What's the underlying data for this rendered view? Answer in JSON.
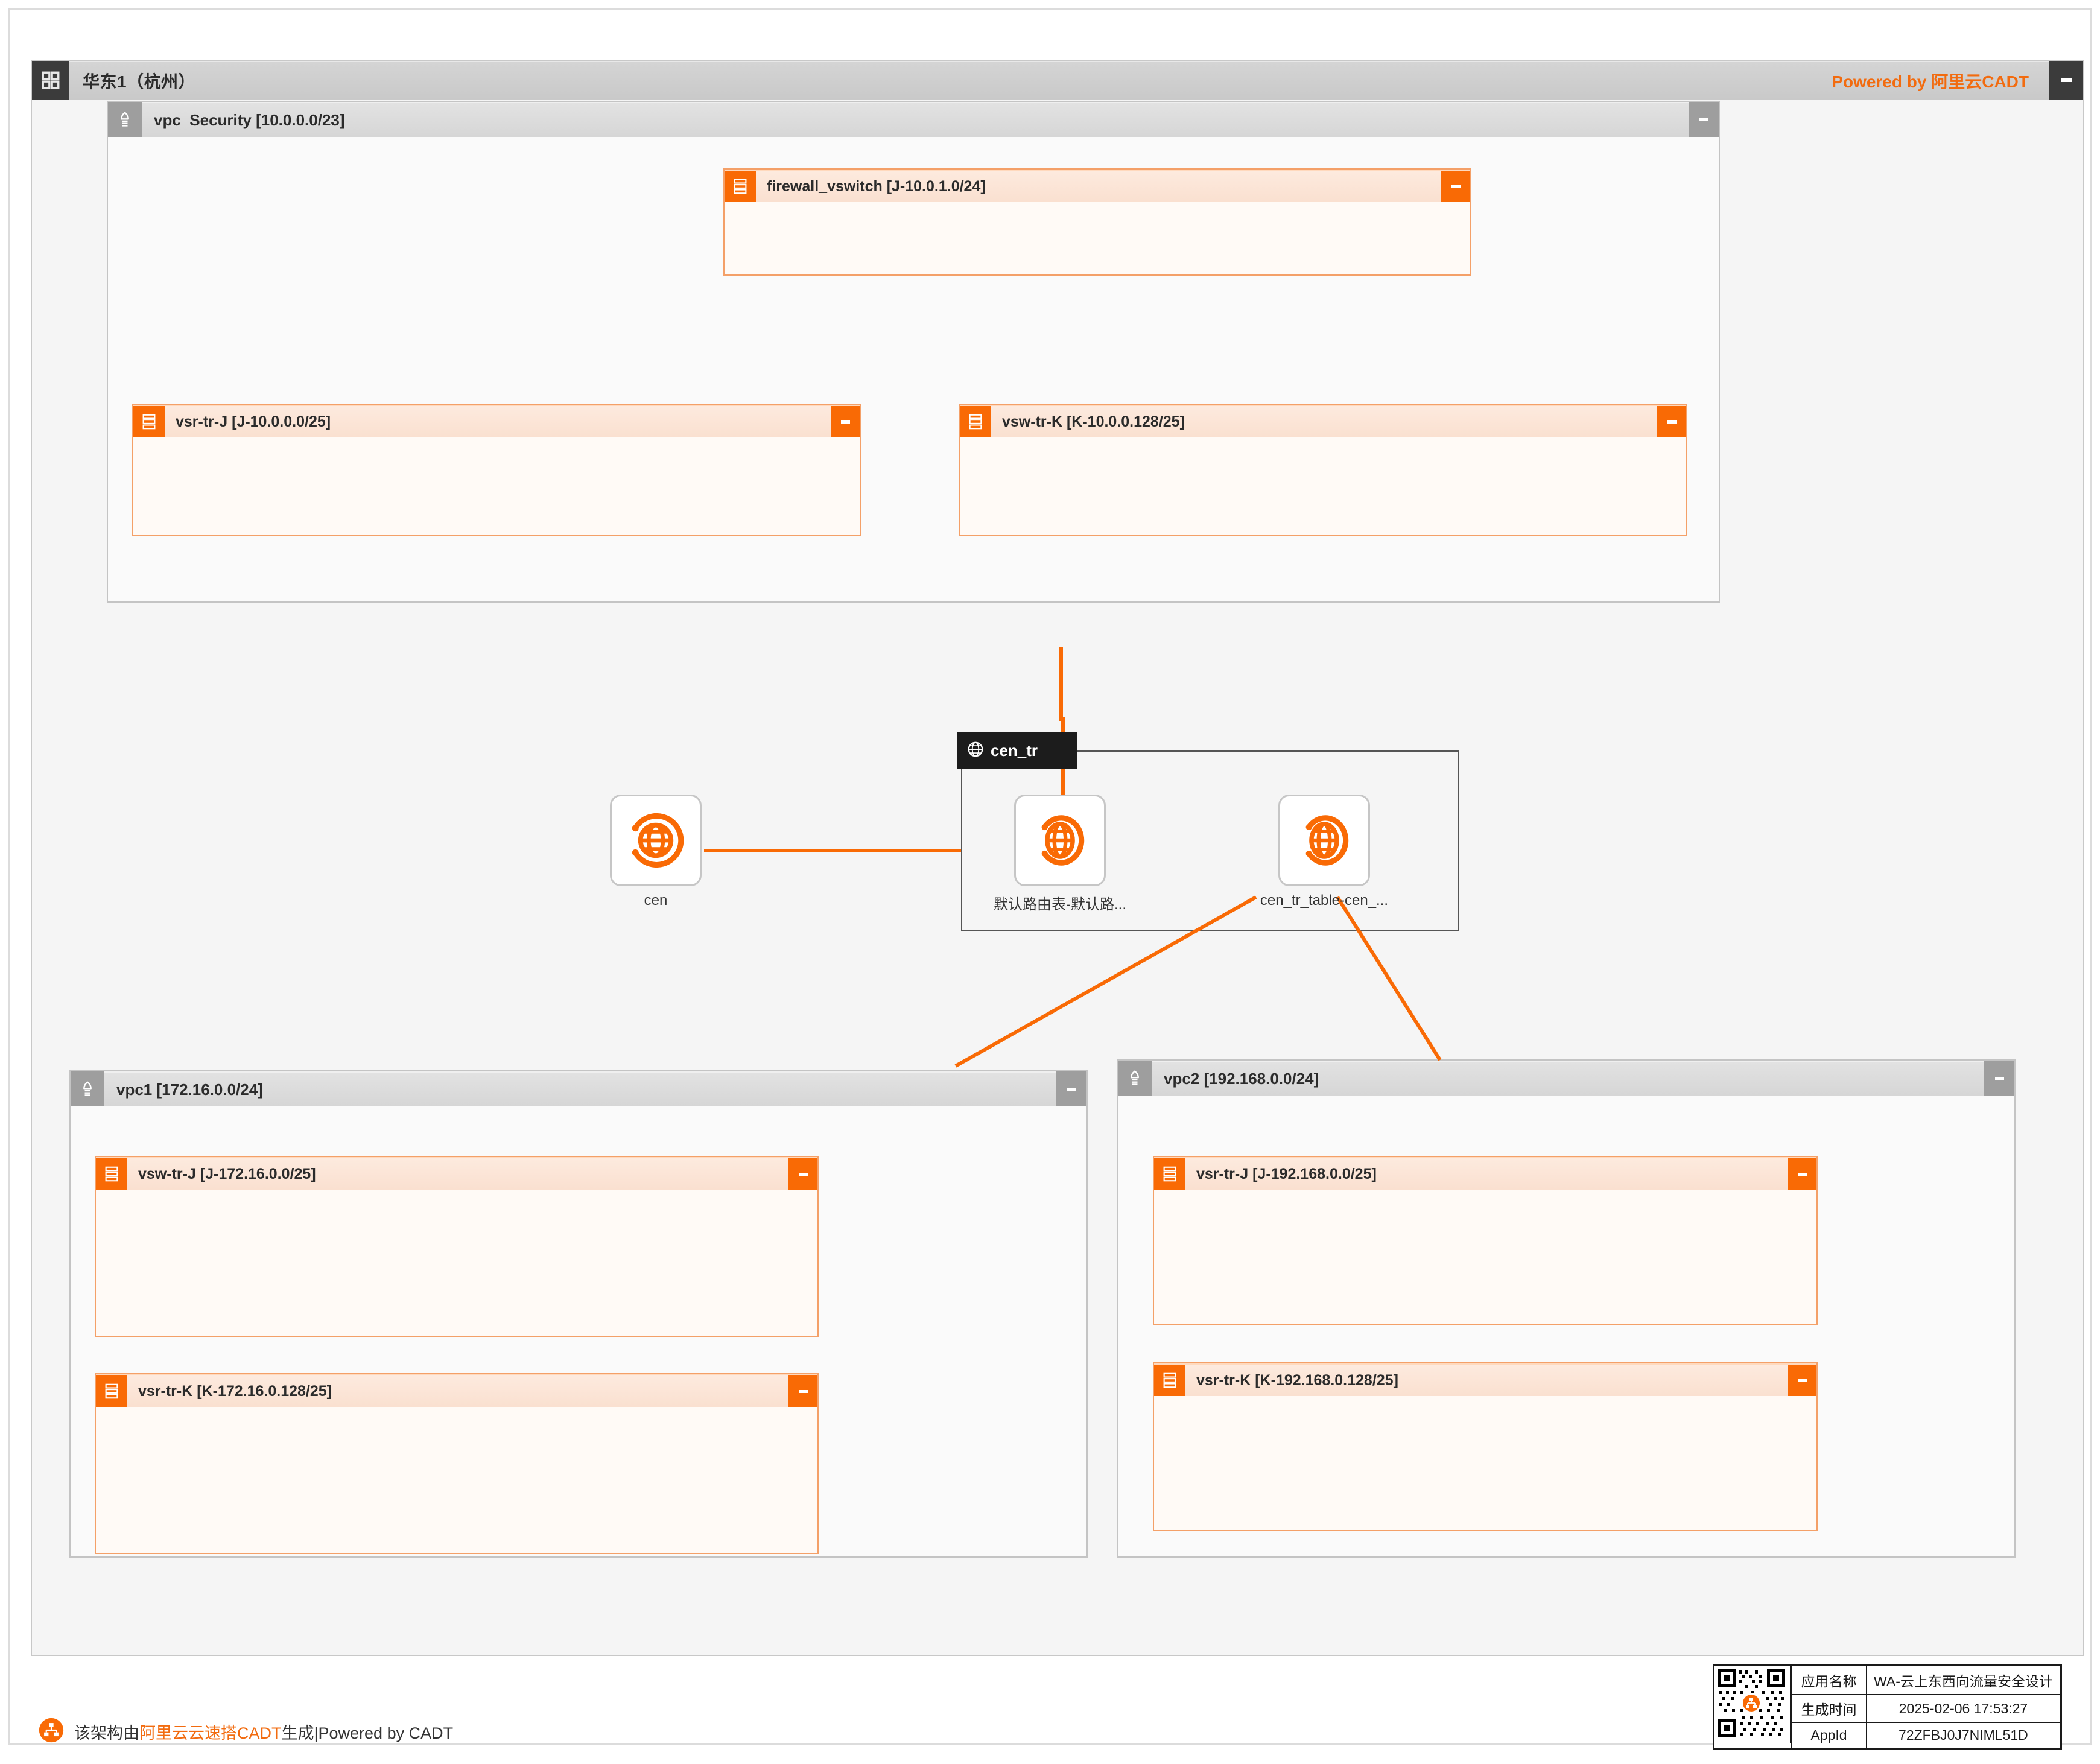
{
  "region": {
    "icon": "grid-icon",
    "title": "华东1（杭州）",
    "brand": "Powered by 阿里云CADT",
    "collapse": "-"
  },
  "vpcs": [
    {
      "id": "vpc_security",
      "icon": "vpc-cloud-icon",
      "title": "vpc_Security [10.0.0.0/23]",
      "collapse": "-",
      "vswitches": [
        {
          "id": "firewall_vswitch",
          "icon": "vswitch-icon",
          "title": "firewall_vswitch [J-10.0.1.0/24]",
          "collapse": "-"
        },
        {
          "id": "vsr_tr_j_10",
          "icon": "vswitch-icon",
          "title": "vsr-tr-J [J-10.0.0.0/25]",
          "collapse": "-"
        },
        {
          "id": "vsw_tr_k_10",
          "icon": "vswitch-icon",
          "title": "vsw-tr-K [K-10.0.0.128/25]",
          "collapse": "-"
        }
      ]
    },
    {
      "id": "vpc1",
      "icon": "vpc-cloud-icon",
      "title": "vpc1 [172.16.0.0/24]",
      "collapse": "-",
      "vswitches": [
        {
          "id": "vsw_tr_j_172",
          "icon": "vswitch-icon",
          "title": "vsw-tr-J [J-172.16.0.0/25]",
          "collapse": "-"
        },
        {
          "id": "vsr_tr_k_172",
          "icon": "vswitch-icon",
          "title": "vsr-tr-K [K-172.16.0.128/25]",
          "collapse": "-"
        }
      ]
    },
    {
      "id": "vpc2",
      "icon": "vpc-cloud-icon",
      "title": "vpc2 [192.168.0.0/24]",
      "collapse": "-",
      "vswitches": [
        {
          "id": "vsr_tr_j_192",
          "icon": "vswitch-icon",
          "title": "vsr-tr-J [J-192.168.0.0/25]",
          "collapse": "-"
        },
        {
          "id": "vsr_tr_k_192",
          "icon": "vswitch-icon",
          "title": "vsr-tr-K [K-192.168.0.128/25]",
          "collapse": "-"
        }
      ]
    }
  ],
  "cen_node": {
    "icon": "cen-globe-icon",
    "label": "cen"
  },
  "cen_tr": {
    "icon": "cen-tr-globe-icon",
    "title": "cen_tr",
    "children": [
      {
        "id": "default_route_table",
        "icon": "route-table-globe-icon",
        "label": "默认路由表-默认路..."
      },
      {
        "id": "cen_tr_table",
        "icon": "route-table-globe-icon",
        "label": "cen_tr_table-cen_..."
      }
    ]
  },
  "footer": {
    "icon": "cadt-logo-icon",
    "prefix": "该架构由",
    "highlight": "阿里云云速搭CADT",
    "suffix": "生成|Powered by CADT"
  },
  "info": {
    "qr": "qr-code-icon",
    "rows": [
      {
        "key": "应用名称",
        "value": "WA-云上东西向流量安全设计"
      },
      {
        "key": "生成时间",
        "value": "2025-02-06 17:53:27"
      },
      {
        "key": "AppId",
        "value": "72ZFBJ0J7NIML51D"
      }
    ]
  },
  "colors": {
    "accent": "#f96a05",
    "brand": "#f26b0f",
    "vpc_header": "#d6d6d6",
    "vsw_fill": "#fffaf6",
    "region_fill": "#f5f5f5"
  }
}
